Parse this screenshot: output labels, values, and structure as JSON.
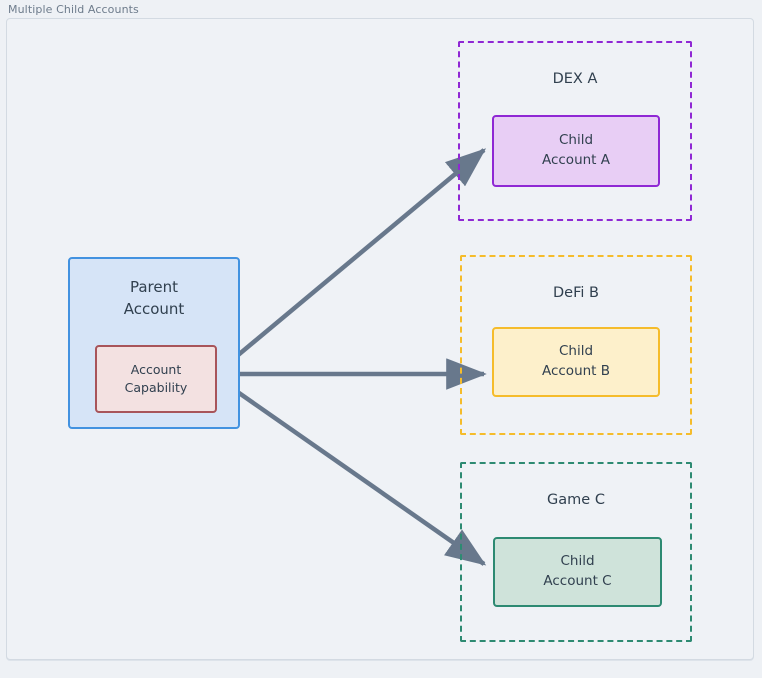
{
  "frame": {
    "title": "Multiple Child Accounts"
  },
  "colors": {
    "canvas_background": "#eff2f6",
    "canvas_border": "#d3dae2",
    "title_text": "#6e7c8c",
    "node_text": "#31404f",
    "arrow": "#68788c",
    "parent_fill": "#d6e4f7",
    "parent_border": "#4292e0",
    "capability_fill": "#f3e1e1",
    "capability_border": "#a8545a",
    "dex_accent": "#8f28d4",
    "dex_fill": "#e8cef5",
    "defi_accent": "#f5bc2b",
    "defi_fill": "#fdf0cb",
    "game_accent": "#2d8a72",
    "game_fill": "#cfe3da"
  },
  "parent": {
    "label_line1": "Parent",
    "label_line2": "Account",
    "capability": {
      "label_line1": "Account",
      "label_line2": "Capability"
    }
  },
  "groups": [
    {
      "id": "dex-a",
      "title": "DEX A",
      "accent": "#8f28d4",
      "child": {
        "label_line1": "Child",
        "label_line2": "Account A"
      }
    },
    {
      "id": "defi-b",
      "title": "DeFi B",
      "accent": "#f5bc2b",
      "child": {
        "label_line1": "Child",
        "label_line2": "Account B"
      }
    },
    {
      "id": "game-c",
      "title": "Game C",
      "accent": "#2d8a72",
      "child": {
        "label_line1": "Child",
        "label_line2": "Account C"
      }
    }
  ],
  "connectors": [
    {
      "id": "capability-to-child-a",
      "from": "account-capability",
      "to": "child-account-a",
      "style": "solid-arrow"
    },
    {
      "id": "capability-to-child-b",
      "from": "account-capability",
      "to": "child-account-b",
      "style": "solid-arrow"
    },
    {
      "id": "capability-to-child-c",
      "from": "account-capability",
      "to": "child-account-c",
      "style": "solid-arrow"
    }
  ]
}
